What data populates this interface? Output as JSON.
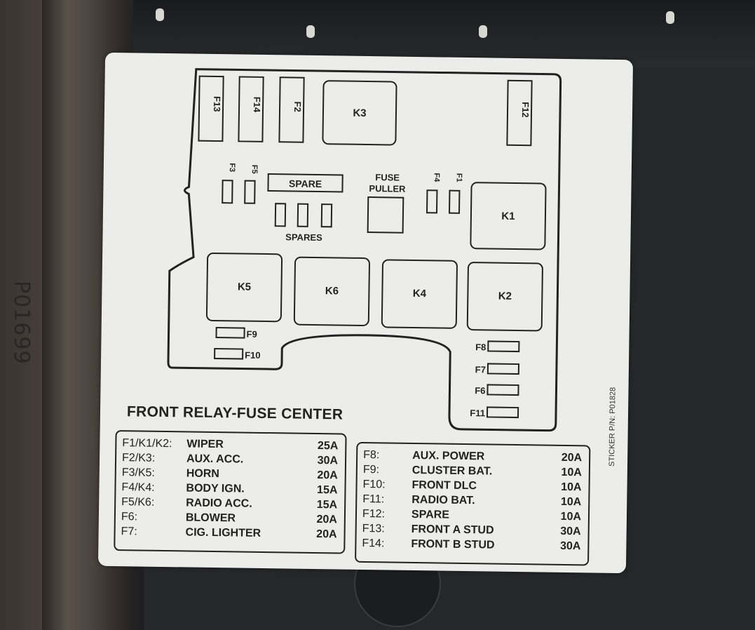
{
  "mold_mark": "P01699",
  "sticker": {
    "title": "FRONT RELAY-FUSE CENTER",
    "part_number": "STICKER P/N: P01828",
    "diagram": {
      "fuse_labels": [
        "F13",
        "F14",
        "F2",
        "F12",
        "F3",
        "F5",
        "F4",
        "F1",
        "F9",
        "F10",
        "F8",
        "F7",
        "F6",
        "F11"
      ],
      "relay_labels": [
        "K3",
        "K1",
        "K5",
        "K6",
        "K4",
        "K2"
      ],
      "spare_label": "SPARE",
      "spares_label": "SPARES",
      "fuse_puller_label": [
        "FUSE",
        "PULLER"
      ]
    },
    "legend_left": [
      {
        "id": "F1/K1/K2:",
        "name": "WIPER",
        "amps": "25A"
      },
      {
        "id": "F2/K3:",
        "name": "AUX. ACC.",
        "amps": "30A"
      },
      {
        "id": "F3/K5:",
        "name": "HORN",
        "amps": "20A"
      },
      {
        "id": "F4/K4:",
        "name": "BODY IGN.",
        "amps": "15A"
      },
      {
        "id": "F5/K6:",
        "name": "RADIO ACC.",
        "amps": "15A"
      },
      {
        "id": "F6:",
        "name": "BLOWER",
        "amps": "20A"
      },
      {
        "id": "F7:",
        "name": "CIG. LIGHTER",
        "amps": "20A"
      }
    ],
    "legend_right": [
      {
        "id": "F8:",
        "name": "AUX. POWER",
        "amps": "20A"
      },
      {
        "id": "F9:",
        "name": "CLUSTER BAT.",
        "amps": "10A"
      },
      {
        "id": "F10:",
        "name": "FRONT DLC",
        "amps": "10A"
      },
      {
        "id": "F11:",
        "name": "RADIO BAT.",
        "amps": "10A"
      },
      {
        "id": "F12:",
        "name": "SPARE",
        "amps": "10A"
      },
      {
        "id": "F13:",
        "name": "FRONT A STUD",
        "amps": "30A"
      },
      {
        "id": "F14:",
        "name": "FRONT B STUD",
        "amps": "30A"
      }
    ]
  }
}
